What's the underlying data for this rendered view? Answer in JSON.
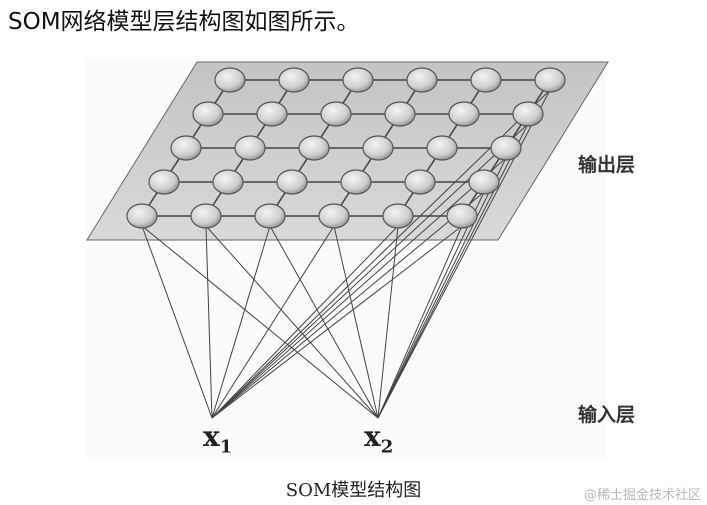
{
  "heading": "SOM网络模型层结构图如图所示。",
  "diagram": {
    "output_layer_label": "输出层",
    "input_layer_label": "输入层",
    "inputs": [
      {
        "name": "x",
        "sub": "1"
      },
      {
        "name": "x",
        "sub": "2"
      }
    ],
    "grid": {
      "rows": 5,
      "cols": 6
    },
    "colors": {
      "node": "#d8d8d8",
      "plane": "#cfcfcf",
      "line": "#444444"
    }
  },
  "caption": "SOM模型结构图",
  "watermark": "@稀土掘金技术社区"
}
